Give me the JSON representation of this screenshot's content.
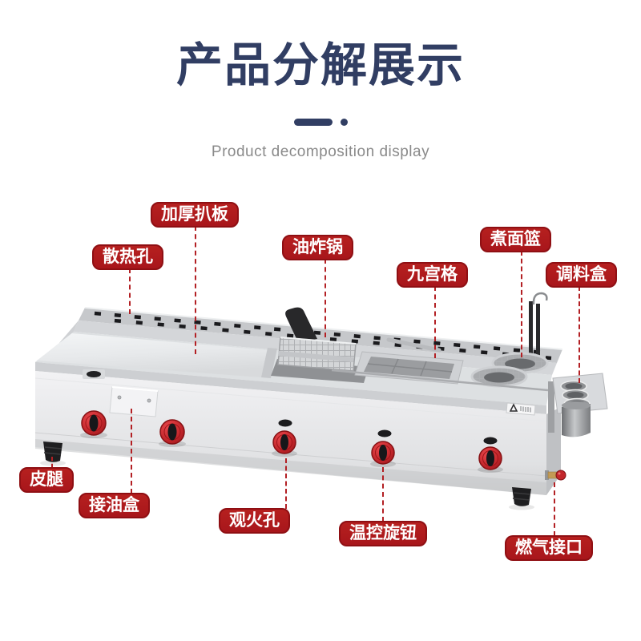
{
  "header": {
    "title": "产品分解展示",
    "subtitle": "Product decomposition display"
  },
  "callouts": [
    {
      "id": "griddle-plate",
      "text": "加厚扒板"
    },
    {
      "id": "heat-vents",
      "text": "散热孔"
    },
    {
      "id": "fryer",
      "text": "油炸锅"
    },
    {
      "id": "nine-grid",
      "text": "九宫格"
    },
    {
      "id": "noodle-basket",
      "text": "煮面篮"
    },
    {
      "id": "seasoning-box",
      "text": "调料盒"
    },
    {
      "id": "rubber-feet",
      "text": "皮腿"
    },
    {
      "id": "oil-box",
      "text": "接油盒"
    },
    {
      "id": "flame-window",
      "text": "观火孔"
    },
    {
      "id": "temp-knob",
      "text": "温控旋钮"
    },
    {
      "id": "gas-inlet",
      "text": "燃气接口"
    }
  ],
  "colors": {
    "title_color": "#313e63",
    "subtitle_color": "#8a8a8a",
    "connector_color": "#b32024",
    "label_bg": "#ae1a1e",
    "label_text": "#ffffff",
    "knob_red": "#c2262b",
    "steel_light": "#ececee",
    "steel_dark": "#9b9da0"
  }
}
